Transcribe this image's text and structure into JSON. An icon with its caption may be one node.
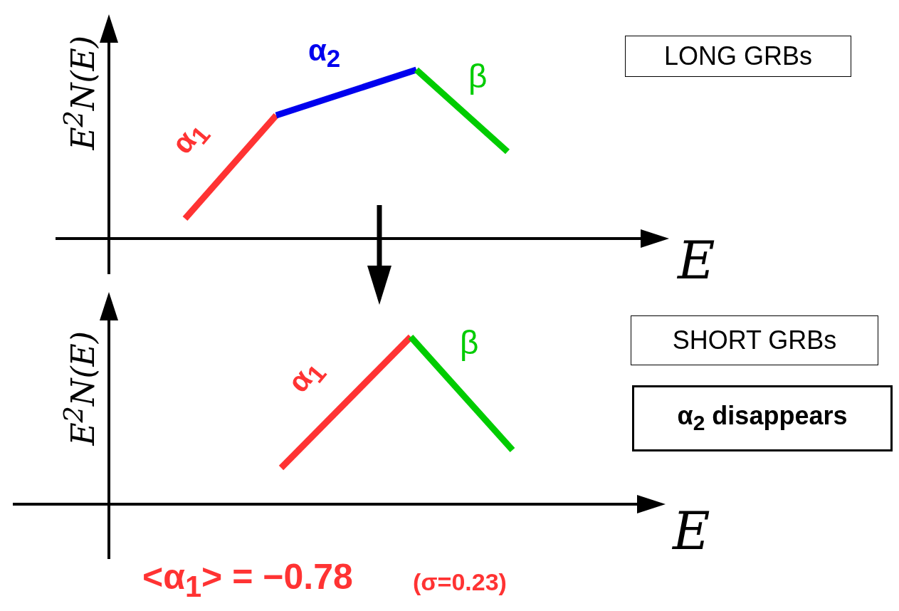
{
  "diagram": {
    "nodes": [
      {
        "text": [
          "LONG GRBs"
        ]
      },
      {
        "text": [
          "SHORT GRBs"
        ]
      },
      {
        "text": [
          "α$_{2}$ disappears"
        ]
      }
    ],
    "labels": [
      "E$^{2}$N(E)",
      "α$_{2}$",
      "β",
      "α$_{1}$",
      "E",
      "E$^{2}$N(E)",
      "β",
      "α$_{1}$",
      "E",
      "<α$_{1}$> = −0.78",
      "(σ=0.23)"
    ]
  }
}
